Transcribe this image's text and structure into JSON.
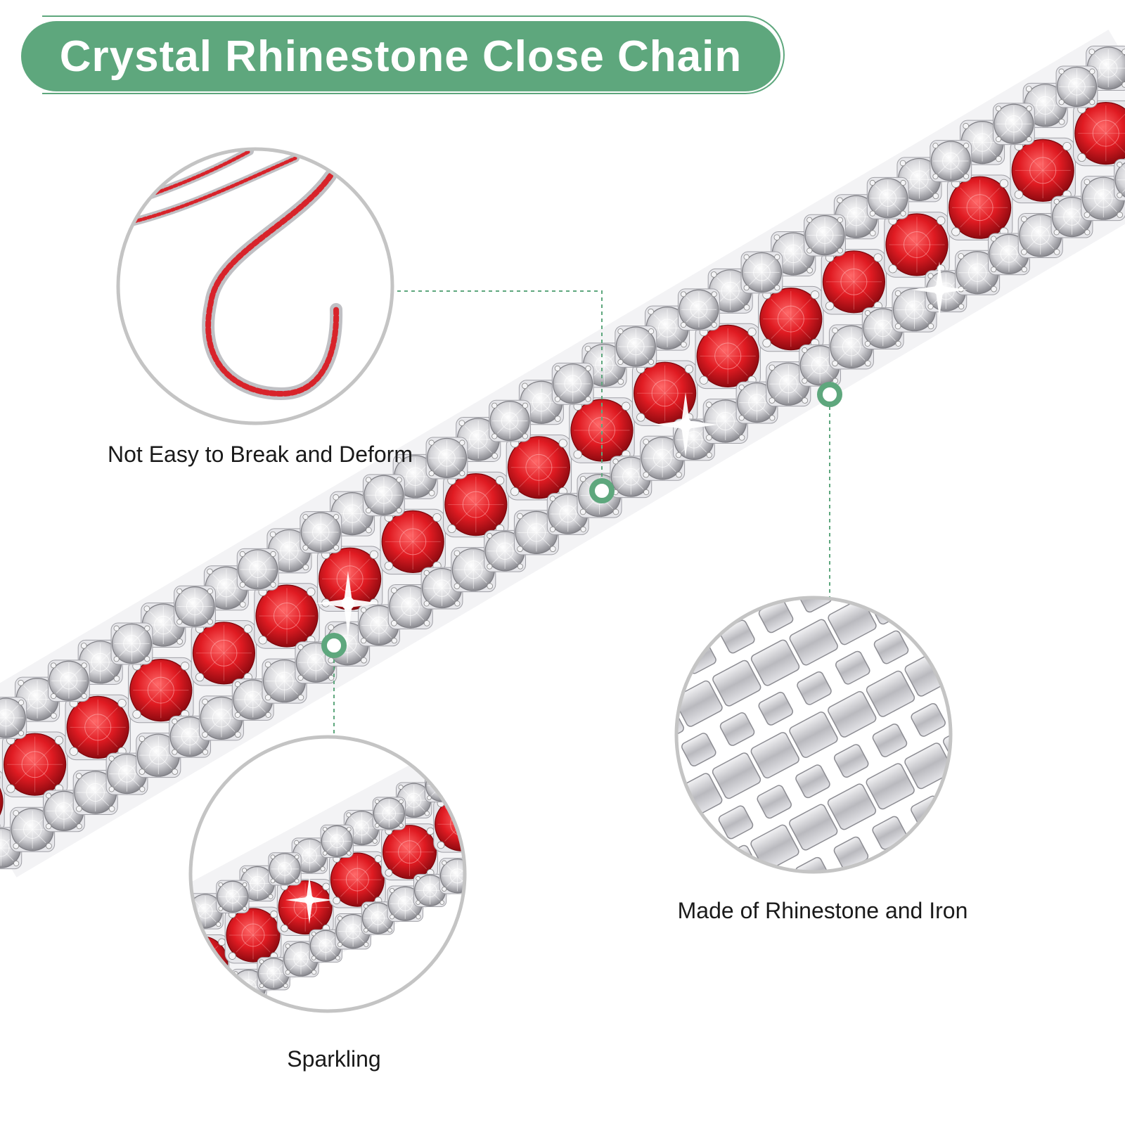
{
  "title": "Crystal Rhinestone Close Chain",
  "features": {
    "deform": "Not Easy to Break and Deform",
    "material": "Made of Rhinestone and Iron",
    "sparkle": "Sparkling"
  },
  "colors": {
    "accent_green": "#5ea77d",
    "ruby": "#d81c22",
    "silver": "#c8c8cc",
    "circle_border": "#c4c4c4"
  }
}
